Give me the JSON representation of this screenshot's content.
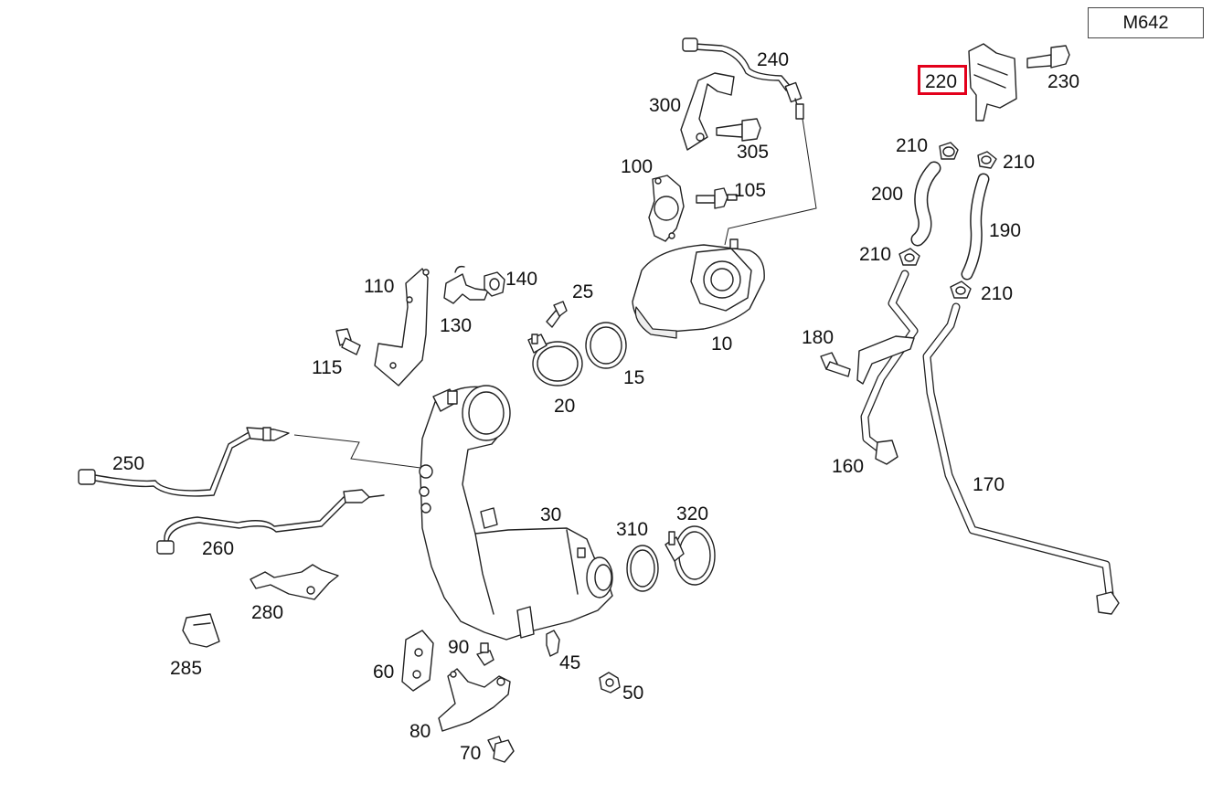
{
  "model_code": "M642",
  "highlight_color": "#e3001b",
  "highlighted_part": "220",
  "callouts": {
    "p10": "10",
    "p15": "15",
    "p20": "20",
    "p25": "25",
    "p30": "30",
    "p45": "45",
    "p50": "50",
    "p60": "60",
    "p70": "70",
    "p80": "80",
    "p90": "90",
    "p100": "100",
    "p105": "105",
    "p110": "110",
    "p115": "115",
    "p130": "130",
    "p140": "140",
    "p160": "160",
    "p170": "170",
    "p180": "180",
    "p190": "190",
    "p200": "200",
    "p210a": "210",
    "p210b": "210",
    "p210c": "210",
    "p210d": "210",
    "p220": "220",
    "p230": "230",
    "p240": "240",
    "p250": "250",
    "p260": "260",
    "p280": "280",
    "p285": "285",
    "p300": "300",
    "p305": "305",
    "p310": "310",
    "p320": "320"
  }
}
